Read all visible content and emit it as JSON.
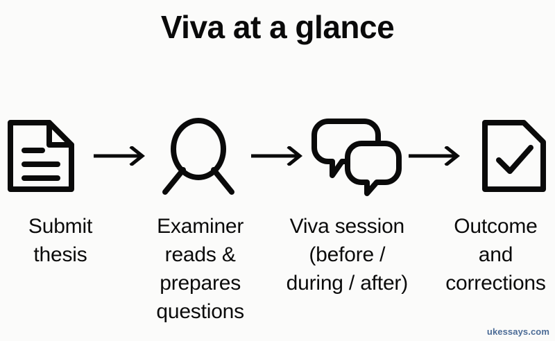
{
  "background_color": "#fbfbfa",
  "ink_color": "#0a0a0a",
  "title": "Viva at a glance",
  "steps": [
    {
      "icon": "document-lines-icon",
      "label": "Submit\nthesis"
    },
    {
      "icon": "magnifier-icon",
      "label": "Examiner\nreads &\nprepares\nquestions"
    },
    {
      "icon": "speech-bubbles-icon",
      "label": "Viva session\n(before /\nduring / after)"
    },
    {
      "icon": "document-check-icon",
      "label": "Outcome\nand\ncorrections"
    }
  ],
  "connectors": [
    {
      "icon": "arrow-right-icon"
    },
    {
      "icon": "arrow-right-icon"
    },
    {
      "icon": "arrow-right-icon"
    }
  ],
  "watermark": {
    "text": "ukessays.com",
    "color": "#4b6b96"
  }
}
